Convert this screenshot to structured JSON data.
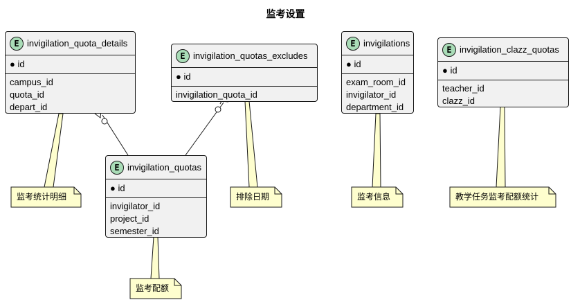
{
  "diagram": {
    "title": "监考设置",
    "entities": [
      {
        "id": "quota_details",
        "badge": "E",
        "name": "invigilation_quota_details",
        "pk": "id",
        "fields": [
          "campus_id",
          "quota_id",
          "depart_id"
        ]
      },
      {
        "id": "quotas_excludes",
        "badge": "E",
        "name": "invigilation_quotas_excludes",
        "pk": "id",
        "fields": [
          "invigilation_quota_id"
        ]
      },
      {
        "id": "invigilations",
        "badge": "E",
        "name": "invigilations",
        "pk": "id",
        "fields": [
          "exam_room_id",
          "invigilator_id",
          "department_id"
        ]
      },
      {
        "id": "clazz_quotas",
        "badge": "E",
        "name": "invigilation_clazz_quotas",
        "pk": "id",
        "fields": [
          "teacher_id",
          "clazz_id"
        ]
      },
      {
        "id": "quotas",
        "badge": "E",
        "name": "invigilation_quotas",
        "pk": "id",
        "fields": [
          "invigilator_id",
          "project_id",
          "semester_id"
        ]
      }
    ],
    "notes": [
      {
        "id": "n1",
        "text": "监考统计明细"
      },
      {
        "id": "n2",
        "text": "排除日期"
      },
      {
        "id": "n3",
        "text": "监考信息"
      },
      {
        "id": "n4",
        "text": "教学任务监考配额统计"
      },
      {
        "id": "n5",
        "text": "监考配额"
      }
    ],
    "colors": {
      "entity_fill": "#f1f1f1",
      "badge_fill": "#a9dcb7",
      "note_fill": "#fefece",
      "border": "#181818"
    }
  }
}
